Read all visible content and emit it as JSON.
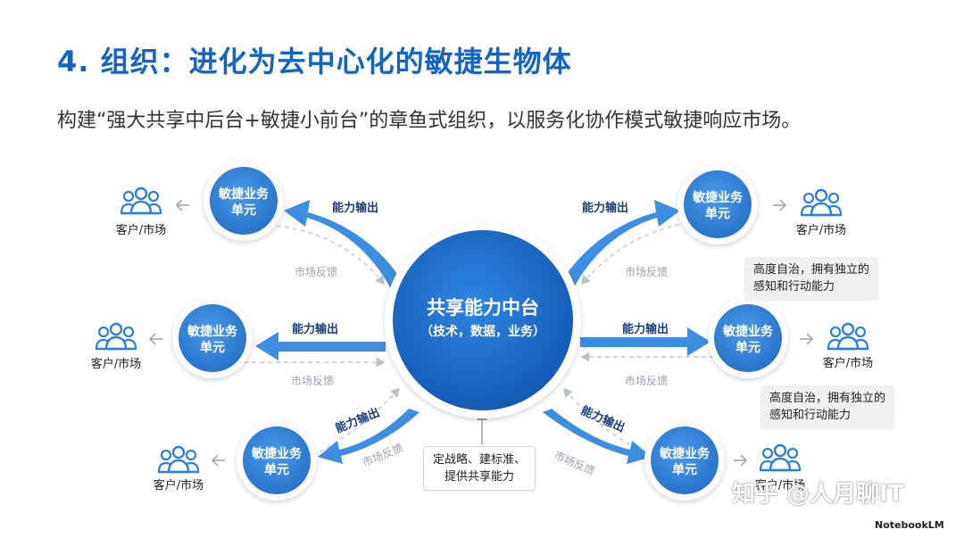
{
  "title": "4. 组织：进化为去中心化的敏捷生物体",
  "subtitle": "构建“强大共享中后台+敏捷小前台”的章鱼式组织，以服务化协作模式敏捷响应市场。",
  "center": {
    "line1": "共享能力中台",
    "line2": "（技术，数据，业务）"
  },
  "unit": {
    "line1": "敏捷业务",
    "line2": "单元"
  },
  "customer_label": "客户/市场",
  "output_label": "能力输出",
  "feedback_label": "市场反馈",
  "notes": {
    "autonomy_line1": "高度自治，拥有独立的",
    "autonomy_line2": "感知和行动能力",
    "strategy_line1": "定战略、建标准、",
    "strategy_line2": "提供共享能力"
  },
  "watermark": "知乎 @人月聊IT",
  "brand": "NotebookLM",
  "colors": {
    "title": "#1565c0",
    "center": "#1565c0",
    "unit": "#2e7fd6",
    "arrow": "#3d8ee0",
    "icon": "#2e7fd6"
  }
}
